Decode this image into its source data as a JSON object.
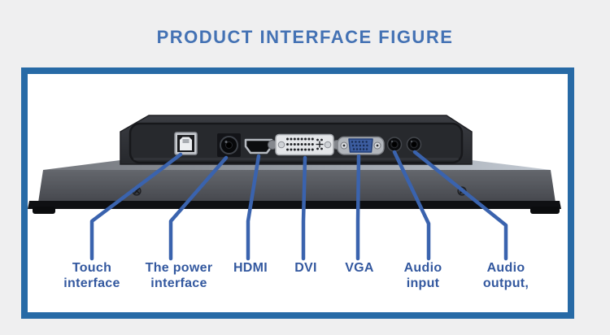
{
  "page": {
    "background_color": "#efeff0"
  },
  "title": {
    "text": "PRODUCT INTERFACE FIGURE",
    "color": "#4472b4"
  },
  "figure_frame": {
    "border_color": "#276aa6",
    "background_color": "#ffffff"
  },
  "diagram": {
    "subject": "monitor-rear-connector-panel",
    "leader_line_color": "#3a63ae",
    "label_color": "#33589f",
    "ports": [
      {
        "id": "usb-b-touch",
        "icon": "usb-b-port-icon",
        "label_lines": [
          "Touch",
          "interface"
        ]
      },
      {
        "id": "dc-power",
        "icon": "power-jack-icon",
        "label_lines": [
          "The power",
          "interface"
        ]
      },
      {
        "id": "hdmi",
        "icon": "hdmi-port-icon",
        "label_lines": [
          "HDMI"
        ]
      },
      {
        "id": "dvi",
        "icon": "dvi-port-icon",
        "label_lines": [
          "DVI"
        ]
      },
      {
        "id": "vga",
        "icon": "vga-port-icon",
        "label_lines": [
          "VGA"
        ]
      },
      {
        "id": "audio-input",
        "icon": "audio-jack-icon",
        "label_lines": [
          "Audio",
          "input"
        ]
      },
      {
        "id": "audio-output",
        "icon": "audio-jack-icon",
        "label_lines": [
          "Audio",
          "output,"
        ]
      }
    ]
  }
}
